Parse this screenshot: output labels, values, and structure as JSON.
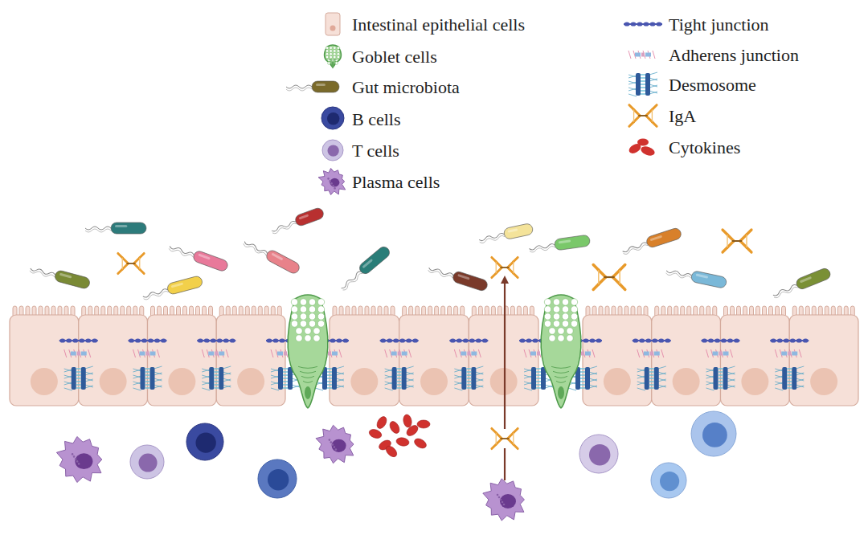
{
  "diagram": {
    "legend": [
      {
        "text": "Intestinal epithelial cells"
      },
      {
        "text": "Goblet cells"
      },
      {
        "text": "Gut microbiota"
      },
      {
        "text": "B cells"
      },
      {
        "text": "T cells"
      },
      {
        "text": "Plasma cells"
      },
      {
        "text": "Tight junction"
      },
      {
        "text": "Adherens junction"
      },
      {
        "text": "Desmosome"
      },
      {
        "text": "IgA"
      },
      {
        "text": "Cytokines"
      }
    ]
  }
}
